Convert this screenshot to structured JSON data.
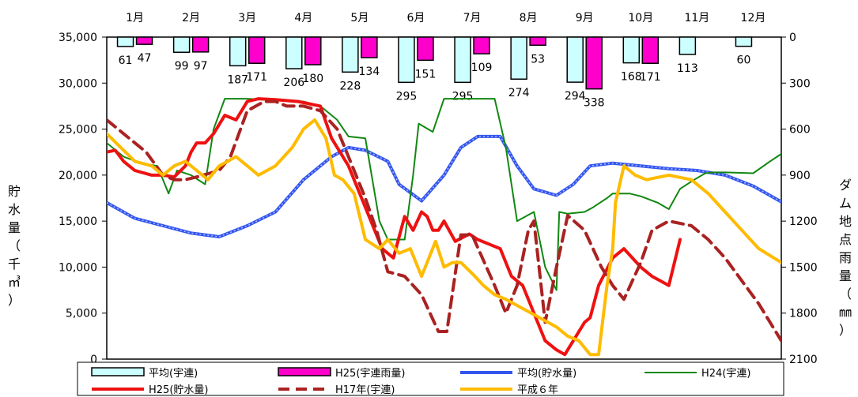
{
  "chart_data": {
    "type": "line",
    "months": [
      "1月",
      "2月",
      "3月",
      "4月",
      "5月",
      "6月",
      "7月",
      "8月",
      "9月",
      "10月",
      "11月",
      "12月"
    ],
    "left_axis": {
      "label": "貯水量（千㎥）",
      "ylim": [
        0,
        35000
      ],
      "ticks": [
        "0",
        "5,000",
        "10,000",
        "15,000",
        "20,000",
        "25,000",
        "30,000",
        "35,000"
      ]
    },
    "right_axis": {
      "label": "ダム地点雨量（㎜）",
      "ylim_inverted": [
        0,
        2100
      ],
      "ticks": [
        "0",
        "300",
        "600",
        "900",
        "1200",
        "1500",
        "1800",
        "2100"
      ]
    },
    "rain_bars": [
      {
        "name": "平均(宇連)",
        "color": "#ccffff",
        "values": [
          61,
          99,
          187,
          206,
          228,
          295,
          295,
          274,
          294,
          168,
          113,
          60
        ],
        "labels": [
          "61",
          "99",
          "187",
          "206",
          "228",
          "295",
          "295",
          "274",
          "294",
          "168",
          "113",
          "60"
        ]
      },
      {
        "name": "H25(宇連雨量)",
        "color": "#ff00cc",
        "values": [
          47,
          97,
          171,
          180,
          134,
          151,
          109,
          53,
          338,
          171,
          null,
          null
        ],
        "labels": [
          "47",
          "97",
          "171",
          "180",
          "134",
          "151",
          "109",
          "53",
          "338",
          "171",
          "",
          ""
        ]
      }
    ],
    "series": [
      {
        "name": "平均(貯水量)",
        "color": "#3355ee",
        "style": "dotted-thick",
        "x": [
          0,
          0.5,
          1,
          1.5,
          2,
          2.5,
          3,
          3.5,
          4,
          4.3,
          4.6,
          5,
          5.2,
          5.6,
          6,
          6.3,
          6.6,
          7,
          7.3,
          7.6,
          8,
          8.3,
          8.6,
          9,
          9.5,
          10,
          10.5,
          11,
          11.5,
          12
        ],
        "y": [
          17000,
          15300,
          14500,
          13700,
          13300,
          14500,
          16000,
          19500,
          22000,
          23000,
          22700,
          21500,
          19000,
          17200,
          20000,
          23000,
          24200,
          24200,
          21000,
          18500,
          17800,
          19000,
          21000,
          21300,
          21000,
          20700,
          20500,
          20000,
          18800,
          17100
        ]
      },
      {
        "name": "H24(宇連)",
        "color": "#118811",
        "style": "solid-thin",
        "x": [
          0,
          0.3,
          0.6,
          0.9,
          1.1,
          1.25,
          1.5,
          1.75,
          1.9,
          2.1,
          2.35,
          2.5,
          2.8,
          3.2,
          3.5,
          3.8,
          4.1,
          4.3,
          4.6,
          4.85,
          5,
          5.3,
          5.45,
          5.55,
          5.8,
          6,
          6.2,
          6.5,
          6.9,
          7.1,
          7.3,
          7.6,
          7.8,
          8,
          8.05,
          8.2,
          8.5,
          8.65,
          8.9,
          9,
          9.3,
          9.5,
          9.8,
          10,
          10.2,
          10.45,
          10.65,
          10.8,
          11,
          11.5,
          11.8,
          12
        ],
        "y": [
          23500,
          22000,
          21300,
          21000,
          18000,
          20500,
          20000,
          19000,
          25000,
          28300,
          28300,
          28300,
          28200,
          28100,
          28000,
          27500,
          26000,
          24200,
          24000,
          15000,
          13000,
          13000,
          20000,
          25600,
          24700,
          28300,
          28300,
          28300,
          28300,
          23000,
          15000,
          16000,
          10000,
          7500,
          16000,
          15800,
          16000,
          16500,
          17500,
          18000,
          18000,
          17700,
          17000,
          16300,
          18500,
          19500,
          20200,
          20300,
          20300,
          20200,
          21500,
          22300
        ]
      },
      {
        "name": "H25(貯水量)",
        "color": "#ee1111",
        "style": "solid-thick",
        "x": [
          0,
          0.15,
          0.3,
          0.5,
          0.8,
          1,
          1.2,
          1.4,
          1.5,
          1.6,
          1.75,
          1.9,
          2.1,
          2.3,
          2.5,
          2.7,
          3,
          3.4,
          3.8,
          4,
          4.3,
          4.5,
          4.7,
          4.9,
          5.1,
          5.3,
          5.45,
          5.6,
          5.7,
          5.8,
          5.9,
          6,
          6.2,
          6.45,
          6.6,
          6.8,
          7,
          7.2,
          7.4,
          7.6,
          7.8,
          8,
          8.15,
          8.3,
          8.5,
          8.6,
          8.75,
          9,
          9.2,
          9.5,
          9.7,
          9.85,
          10,
          10.2
        ],
        "y": [
          22500,
          22700,
          21500,
          20500,
          20000,
          20000,
          19800,
          21000,
          22500,
          23500,
          23500,
          24500,
          26500,
          26000,
          28000,
          28300,
          28200,
          28000,
          27500,
          24000,
          21000,
          18000,
          15000,
          12000,
          11000,
          15500,
          14000,
          16000,
          15500,
          14000,
          14000,
          15000,
          12800,
          13600,
          13000,
          12500,
          12000,
          9000,
          8000,
          5000,
          2000,
          1000,
          500,
          2000,
          4000,
          4500,
          8000,
          11000,
          12000,
          10000,
          9000,
          8500,
          8000,
          13000
        ]
      },
      {
        "name": "H17年(宇連)",
        "color": "#aa2222",
        "style": "dashed-thick",
        "x": [
          0,
          0.3,
          0.7,
          1,
          1.2,
          1.4,
          1.6,
          2,
          2.2,
          2.5,
          2.8,
          3,
          3.2,
          3.5,
          3.8,
          4.1,
          4.4,
          4.6,
          4.8,
          5,
          5.3,
          5.6,
          5.9,
          6.05,
          6.3,
          6.5,
          6.9,
          7.1,
          7.3,
          7.5,
          7.6,
          7.8,
          8,
          8.2,
          8.5,
          8.8,
          9,
          9.2,
          9.5,
          9.7,
          10,
          10.4,
          10.7,
          11,
          11.3,
          11.6,
          12
        ],
        "y": [
          26000,
          24500,
          22500,
          20000,
          19500,
          19500,
          19800,
          20500,
          22000,
          27000,
          28000,
          28000,
          27500,
          27500,
          27000,
          25000,
          20500,
          17500,
          14000,
          9500,
          9000,
          7000,
          3000,
          3000,
          13500,
          13500,
          8000,
          5000,
          8000,
          14000,
          15000,
          4000,
          10000,
          15600,
          14000,
          10000,
          8000,
          6500,
          10500,
          14000,
          15000,
          14500,
          13000,
          11000,
          8500,
          6000,
          2000
        ]
      },
      {
        "name": "平成６年",
        "color": "#ffbb00",
        "style": "solid-thick",
        "x": [
          0,
          0.25,
          0.5,
          0.8,
          1,
          1.2,
          1.4,
          1.6,
          1.8,
          2,
          2.15,
          2.3,
          2.5,
          2.7,
          3,
          3.3,
          3.5,
          3.7,
          3.9,
          4.05,
          4.2,
          4.4,
          4.6,
          4.85,
          5,
          5.2,
          5.4,
          5.6,
          5.85,
          6,
          6.15,
          6.3,
          6.55,
          6.7,
          6.9,
          7.1,
          7.4,
          7.7,
          8,
          8.2,
          8.4,
          8.6,
          8.75,
          8.9,
          9,
          9.05,
          9.2,
          9.4,
          9.6,
          10,
          10.4,
          10.7,
          11,
          11.3,
          11.6,
          12
        ],
        "y": [
          24500,
          23000,
          21500,
          21000,
          20000,
          21000,
          21500,
          20500,
          19500,
          21000,
          21500,
          22000,
          21000,
          20000,
          21000,
          23000,
          25000,
          26000,
          24000,
          20000,
          19500,
          18000,
          13000,
          12000,
          13000,
          11500,
          12000,
          9000,
          12800,
          10000,
          10500,
          10500,
          9000,
          8000,
          7000,
          6500,
          5500,
          4500,
          3500,
          2500,
          2000,
          500,
          500,
          8000,
          12000,
          17000,
          21000,
          20000,
          19500,
          20000,
          19500,
          18000,
          16000,
          14000,
          12000,
          10500
        ]
      }
    ],
    "legend": {
      "row1": [
        "平均(宇連)",
        "H25(宇連雨量)",
        "平均(貯水量)",
        "H24(宇連)"
      ],
      "row2": [
        "H25(貯水量)",
        "H17年(宇連)",
        "平成６年"
      ]
    },
    "grid": false,
    "legend_position": "bottom"
  }
}
